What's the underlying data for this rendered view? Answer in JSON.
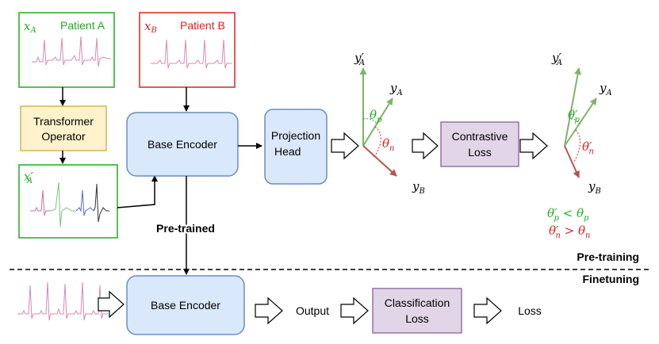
{
  "pretraining": {
    "patient_a": {
      "var": "x",
      "sub": "A",
      "label": "Patient A",
      "color": "#22aa22"
    },
    "patient_b": {
      "var": "x",
      "sub": "B",
      "label": "Patient B",
      "color": "#dd2222"
    },
    "transformer": {
      "line1": "Transformer",
      "line2": "Operator"
    },
    "augmented": {
      "var": "x′",
      "sub": "A",
      "color": "#22aa22"
    },
    "base_encoder": "Base Encoder",
    "projection_head": {
      "line1": "Projection",
      "line2": "Head"
    },
    "contrastive_loss": {
      "line1": "Contrastive",
      "line2": "Loss"
    },
    "pretrained_label": "Pre-trained",
    "stage_label": "Pre-training"
  },
  "embeddings_before": {
    "y_a_prime": {
      "var": "y′",
      "sub": "A"
    },
    "y_a": {
      "var": "y",
      "sub": "A"
    },
    "y_b": {
      "var": "y",
      "sub": "B"
    },
    "theta_p": {
      "var": "θ",
      "sub": "p"
    },
    "theta_n": {
      "var": "θ",
      "sub": "n"
    }
  },
  "embeddings_after": {
    "y_a_prime": {
      "var": "y′",
      "sub": "A"
    },
    "y_a": {
      "var": "y",
      "sub": "A"
    },
    "y_b": {
      "var": "y",
      "sub": "B"
    },
    "theta_p": {
      "var": "θ′",
      "sub": "p"
    },
    "theta_n": {
      "var": "θ′",
      "sub": "n"
    }
  },
  "inequalities": {
    "pos": {
      "lhs": "θ′",
      "lhs_sub": "p",
      "op": " < ",
      "rhs": "θ",
      "rhs_sub": "p",
      "color": "#22aa22"
    },
    "neg": {
      "lhs": "θ′",
      "lhs_sub": "n",
      "op": " > ",
      "rhs": "θ",
      "rhs_sub": "n",
      "color": "#dd2222"
    }
  },
  "finetuning": {
    "base_encoder": "Base Encoder",
    "output": "Output",
    "classification": {
      "line1": "Classification",
      "line2": "Loss"
    },
    "loss": "Loss",
    "stage_label": "Finetuning"
  },
  "colors": {
    "encoder_fill": "#dae8fc",
    "encoder_stroke": "#6c8ebf",
    "loss_fill": "#e1d5e7",
    "loss_stroke": "#9673a6",
    "transformer_fill": "#fff2cc",
    "transformer_stroke": "#d6b656",
    "green": "#22aa22",
    "red": "#dd2222",
    "vec_green": "#82b366",
    "vec_red": "#b85450",
    "ecg": "#d48ab4"
  }
}
